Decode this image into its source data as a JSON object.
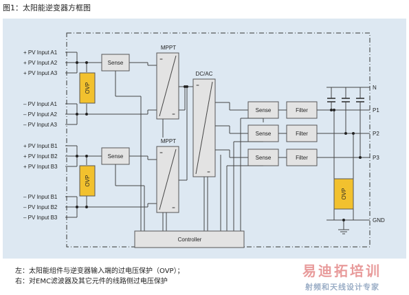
{
  "figure_title": "图1：太阳能逆变器方框图",
  "inputs": [
    "+ PV Input A1",
    "+ PV Input A2",
    "+ PV Input A3",
    "– PV Input A1",
    "– PV Input A2",
    "– PV Input A3",
    "+ PV Input B1",
    "+ PV Input B2",
    "+ PV Input B3",
    "– PV Input B1",
    "– PV Input B2",
    "– PV Input B3"
  ],
  "blocks": {
    "sense": "Sense",
    "ovp": "OVP",
    "mppt": "MPPT",
    "dcac": "DC/AC",
    "filter": "Filter",
    "controller": "Controller",
    "eq": "="
  },
  "outputs": [
    "N",
    "P1",
    "P2",
    "P3",
    "GND"
  ],
  "captions": {
    "left": "左：太阳能组件与逆变器输入端的过电压保护（OVP）；",
    "right": "右：对EMC滤波器及其它元件的线路侧过电压保护"
  },
  "watermark": {
    "main": "易迪拓培训",
    "sub": "射频和天线设计专家"
  },
  "colors": {
    "background": "#dde8f2",
    "ovp_fill": "#f2c12e",
    "block_fill": "#e3e3e3",
    "line": "#444444"
  }
}
